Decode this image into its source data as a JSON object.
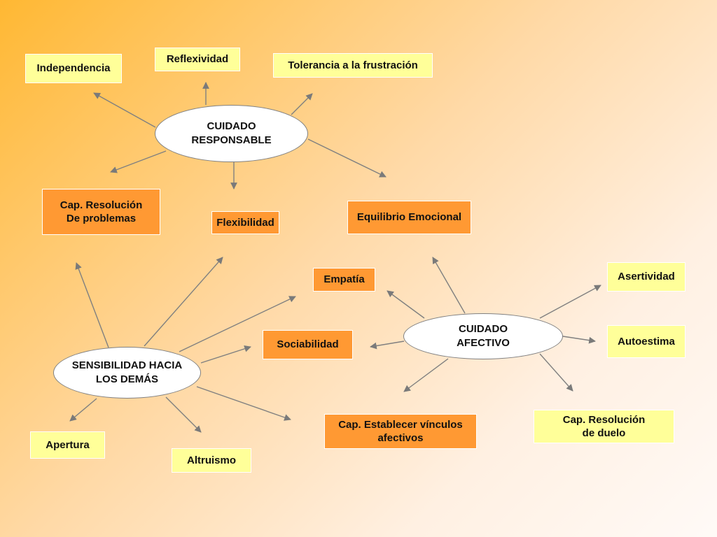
{
  "hubs": {
    "cuidado_responsable": "CUIDADO\nRESPONSABLE",
    "cuidado_afectivo": "CUIDADO\nAFECTIVO",
    "sensibilidad": "SENSIBILIDAD HACIA\nLOS DEMÁS"
  },
  "boxes": {
    "independencia": "Independencia",
    "reflexividad": "Reflexividad",
    "tolerancia": "Tolerancia a la frustración",
    "cap_resolucion_problemas": "Cap. Resolución\nDe problemas",
    "flexibilidad": "Flexibilidad",
    "equilibrio_emocional": "Equilibrio Emocional",
    "empatia": "Empatía",
    "asertividad": "Asertividad",
    "sociabilidad": "Sociabilidad",
    "autoestima": "Autoestima",
    "cap_establecer_vinculos": "Cap. Establecer vínculos\nafectivos",
    "cap_resolucion_duelo": "Cap. Resolución\nde duelo",
    "apertura": "Apertura",
    "altruismo": "Altruismo"
  },
  "colors": {
    "primary_box": "#ffff99",
    "secondary_box": "#ff9933",
    "arrow": "#808080",
    "hub_fill": "#ffffff"
  }
}
